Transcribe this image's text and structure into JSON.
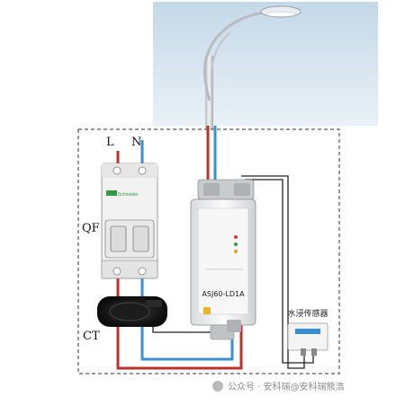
{
  "labels": {
    "live": "L",
    "neutral": "N",
    "breaker": "QF",
    "current_transformer": "CT",
    "module_model": "ASJ60-LD1A",
    "sensor_title": "水浸传感器",
    "watermark": "公众号 · 安科瑞@安科瑞熊浩"
  },
  "colors": {
    "sky_top": "#c7dbe9",
    "sky_bottom": "#eef4f8",
    "live_wire": "#c0302a",
    "neutral_wire": "#3a8fd0",
    "signal_wire": "#222222",
    "boundary": "#333333"
  },
  "icons": {
    "streetlight": "streetlight-icon",
    "breaker": "circuit-breaker-icon",
    "ct": "current-transformer-icon",
    "module": "leakage-relay-module-icon",
    "sensor": "water-sensor-icon",
    "watermark_logo": "wechat-icon"
  }
}
